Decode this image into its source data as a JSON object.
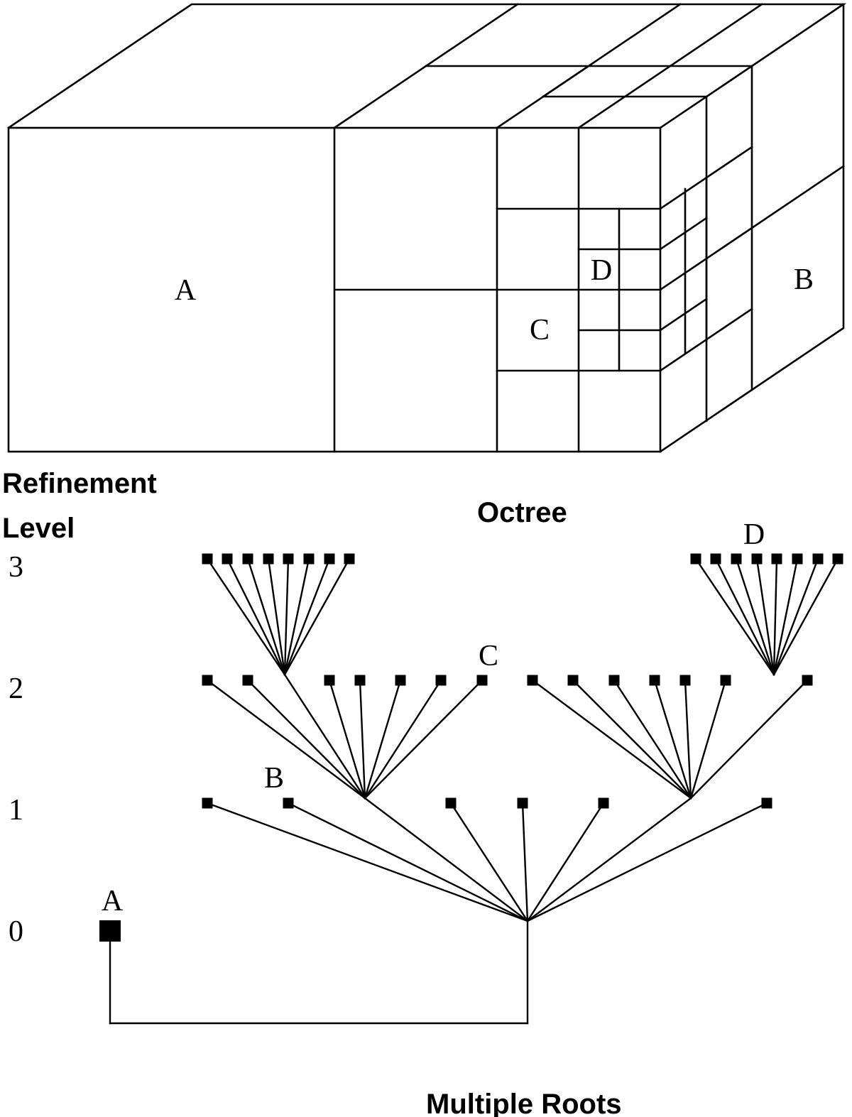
{
  "cube": {
    "region_labels": {
      "a": "A",
      "b": "B",
      "c": "C",
      "d": "D"
    }
  },
  "headings": {
    "refinement_line1": "Refinement",
    "refinement_line2": "Level",
    "octree": "Octree",
    "multiple_roots": "Multiple Roots"
  },
  "levels": [
    "3",
    "2",
    "1",
    "0"
  ],
  "tree": {
    "node_labels": {
      "a": "A",
      "b": "B",
      "c": "C",
      "d": "D"
    },
    "counts": {
      "level1_children": 8,
      "level2_children_per_parent": 8,
      "level3_children_per_parent": 8
    }
  },
  "colors": {
    "line": "#000000",
    "background": "#ffffff"
  }
}
